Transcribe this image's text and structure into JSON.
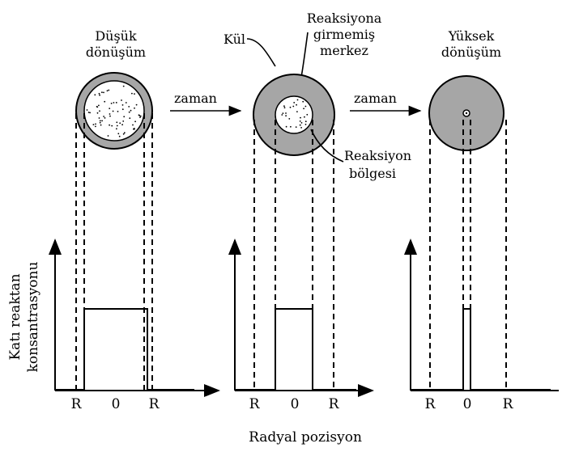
{
  "labels": {
    "low_conversion": [
      "Düşük",
      "dönüşüm"
    ],
    "high_conversion": [
      "Yüksek",
      "dönüşüm"
    ],
    "ash": "Kül",
    "unreacted_core": [
      "Reaksiyona",
      "girmemiş",
      "merkez"
    ],
    "reaction_zone": [
      "Reaksiyon",
      "bölgesi"
    ],
    "time_arrow_1": "zaman",
    "time_arrow_2": "zaman",
    "y_axis": [
      "Katı reaktan",
      "konsantrasyonu"
    ],
    "x_axis": "Radyal pozisyon"
  },
  "ticks": {
    "p1": [
      "R",
      "0",
      "R"
    ],
    "p2": [
      "R",
      "0",
      "R"
    ],
    "p3": [
      "R",
      "0",
      "R"
    ]
  },
  "colors": {
    "ash_fill": "#a6a6a6",
    "core_fill": "#ffffff",
    "ink": "#000000"
  }
}
